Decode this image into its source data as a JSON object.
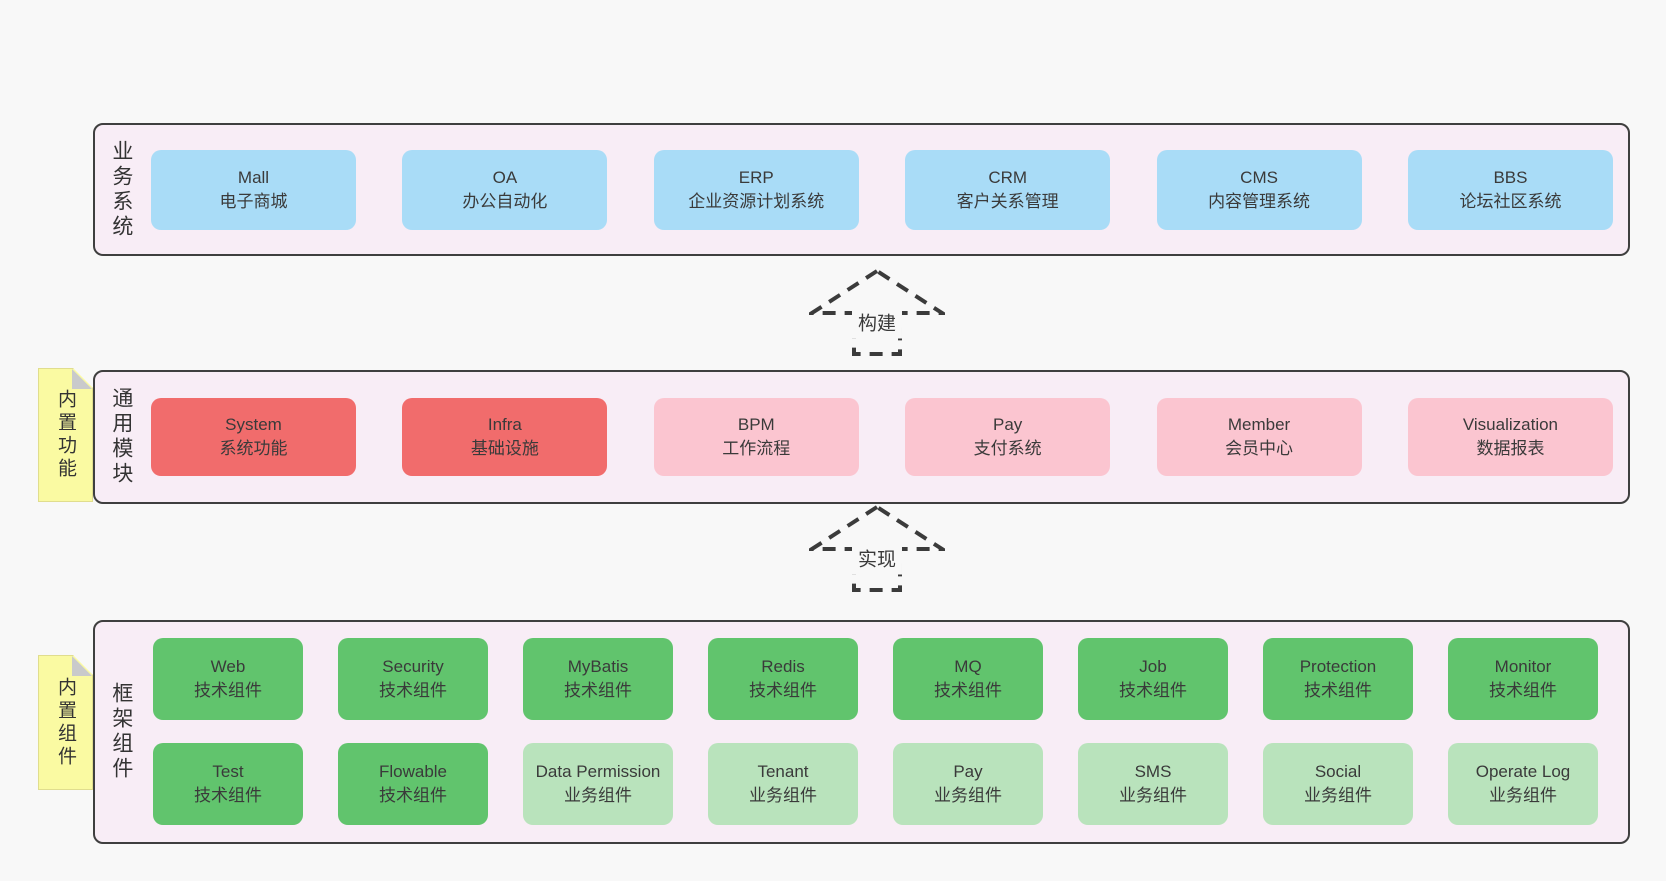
{
  "diagram": {
    "arrows": [
      {
        "label": "构建"
      },
      {
        "label": "实现"
      }
    ],
    "sections": {
      "business": {
        "side_label": "业务系统",
        "boxes": [
          {
            "title": "Mall",
            "subtitle": "电子商城"
          },
          {
            "title": "OA",
            "subtitle": "办公自动化"
          },
          {
            "title": "ERP",
            "subtitle": "企业资源计划系统"
          },
          {
            "title": "CRM",
            "subtitle": "客户关系管理"
          },
          {
            "title": "CMS",
            "subtitle": "内容管理系统"
          },
          {
            "title": "BBS",
            "subtitle": "论坛社区系统"
          }
        ]
      },
      "modules": {
        "side_label": "通用模块",
        "sticky_label": "内置功能",
        "boxes": [
          {
            "title": "System",
            "subtitle": "系统功能",
            "variant": "red"
          },
          {
            "title": "Infra",
            "subtitle": "基础设施",
            "variant": "red"
          },
          {
            "title": "BPM",
            "subtitle": "工作流程",
            "variant": "pink"
          },
          {
            "title": "Pay",
            "subtitle": "支付系统",
            "variant": "pink"
          },
          {
            "title": "Member",
            "subtitle": "会员中心",
            "variant": "pink"
          },
          {
            "title": "Visualization",
            "subtitle": "数据报表",
            "variant": "pink"
          }
        ]
      },
      "components": {
        "side_label": "框架组件",
        "sticky_label": "内置组件",
        "row1": [
          {
            "title": "Web",
            "subtitle": "技术组件",
            "variant": "green"
          },
          {
            "title": "Security",
            "subtitle": "技术组件",
            "variant": "green"
          },
          {
            "title": "MyBatis",
            "subtitle": "技术组件",
            "variant": "green"
          },
          {
            "title": "Redis",
            "subtitle": "技术组件",
            "variant": "green"
          },
          {
            "title": "MQ",
            "subtitle": "技术组件",
            "variant": "green"
          },
          {
            "title": "Job",
            "subtitle": "技术组件",
            "variant": "green"
          },
          {
            "title": "Protection",
            "subtitle": "技术组件",
            "variant": "green"
          },
          {
            "title": "Monitor",
            "subtitle": "技术组件",
            "variant": "green"
          }
        ],
        "row2": [
          {
            "title": "Test",
            "subtitle": "技术组件",
            "variant": "green"
          },
          {
            "title": "Flowable",
            "subtitle": "技术组件",
            "variant": "green"
          },
          {
            "title": "Data Permission",
            "subtitle": "业务组件",
            "variant": "green-light"
          },
          {
            "title": "Tenant",
            "subtitle": "业务组件",
            "variant": "green-light"
          },
          {
            "title": "Pay",
            "subtitle": "业务组件",
            "variant": "green-light"
          },
          {
            "title": "SMS",
            "subtitle": "业务组件",
            "variant": "green-light"
          },
          {
            "title": "Social",
            "subtitle": "业务组件",
            "variant": "green-light"
          },
          {
            "title": "Operate Log",
            "subtitle": "业务组件",
            "variant": "green-light"
          }
        ]
      }
    },
    "colors": {
      "page_bg": "#f8f8f8",
      "panel_bg": "#f8edf6",
      "panel_border": "#3f3f3f",
      "blue": "#a9dcf7",
      "red": "#f16c6c",
      "pink": "#fbc5d0",
      "green": "#61c46d",
      "green_light": "#b9e3bc",
      "sticky_yellow": "#fafaa2",
      "fold_gray": "#c9cacb",
      "text": "#3a3a3a"
    }
  }
}
